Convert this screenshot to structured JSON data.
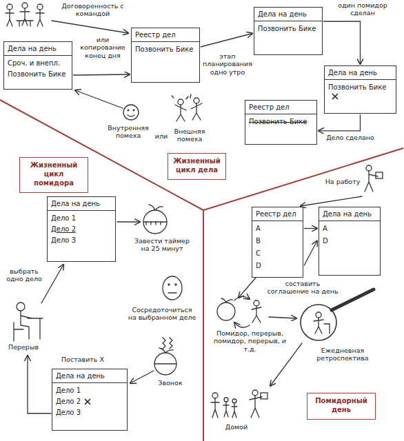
{
  "diagram": {
    "nodes": [
      {
        "text": [
          "Дела на день",
          "Сроч. и внепл.",
          "Позвонить Бике"
        ]
      },
      {
        "text": [
          "Реестр дел",
          "Позвонить Бике"
        ]
      },
      {
        "text": [
          "Дела на день",
          "Позвонить Бике"
        ]
      },
      {
        "text": [
          "Дела на день",
          "Позвонить Бике"
        ]
      },
      {
        "text": [
          "Реестр дел",
          "Позвонить Бике"
        ]
      },
      {
        "text": [
          "Жизненный цикл помидора"
        ]
      },
      {
        "text": [
          "Жизненный цикл дела"
        ]
      },
      {
        "text": [
          "Дела на день",
          "Дело 1",
          "Дело 2",
          "Дело 3"
        ]
      },
      {
        "text": [
          "Реестр дел",
          "A",
          "B",
          "C",
          "D"
        ]
      },
      {
        "text": [
          "Дела на день",
          "A",
          "D"
        ]
      },
      {
        "text": [
          "Дела на день",
          "Дело 1",
          "Дело 2",
          "Дело 3"
        ]
      },
      {
        "text": [
          "Помидорный день"
        ]
      }
    ],
    "edges": [
      {
        "from": 0,
        "to": 1,
        "label": "или копирование конец дня",
        "arrow": "to"
      },
      {
        "from": 1,
        "to": 2,
        "label": "этап планирования одно утро",
        "arrow": "to"
      },
      {
        "from": 2,
        "to": 3,
        "label": "один помидор сделан",
        "arrow": "to"
      },
      {
        "from": 3,
        "to": 4,
        "label": "Дело сделано",
        "arrow": "to"
      },
      {
        "from": 8,
        "to": 9,
        "arrow": "to"
      },
      {
        "from": 8,
        "to": 9,
        "arrow": "to"
      }
    ],
    "labels": [
      "Договоренность с командой",
      "Внутренняя помеха",
      "или",
      "Внешняя помеха",
      "На работу",
      "Завести таймер на 25 минут",
      "выбрать одно дело",
      "Сосредоточиться на выбранном деле",
      "составить соглашение на день",
      "Помидор, перерыв, помидор, перерыв, и т.д.",
      "Ежедневная ретроспектива",
      "Перерыв",
      "Поставить X",
      "Звонок",
      "Домой"
    ]
  }
}
